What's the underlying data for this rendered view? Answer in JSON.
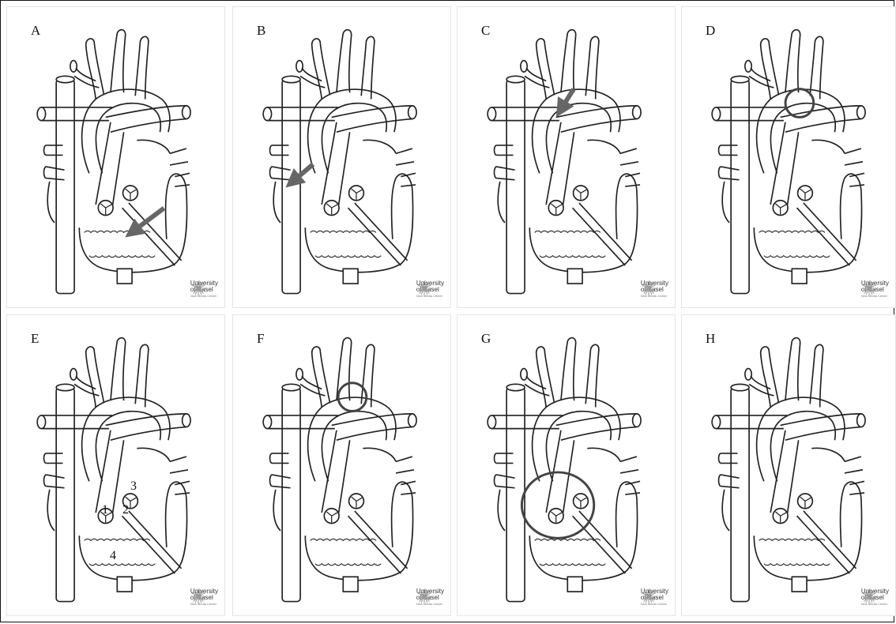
{
  "panels": [
    {
      "label": "A"
    },
    {
      "label": "B"
    },
    {
      "label": "C"
    },
    {
      "label": "D"
    },
    {
      "label": "E"
    },
    {
      "label": "F"
    },
    {
      "label": "G"
    },
    {
      "label": "H"
    }
  ],
  "logo": {
    "line1": "University",
    "line2": "of Basel",
    "line3": "New Media Center"
  },
  "numbers": [
    "1",
    "2",
    "3",
    "4"
  ],
  "colors": {
    "line": "#222222",
    "highlight": "#444444",
    "arrow": "#666666"
  }
}
